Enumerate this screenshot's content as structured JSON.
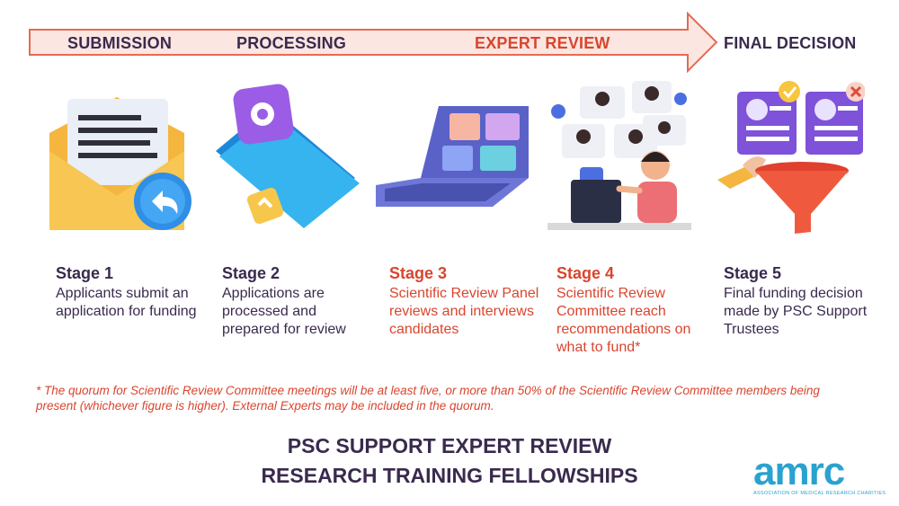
{
  "phases": {
    "submission": "SUBMISSION",
    "processing": "PROCESSING",
    "expert_review": "EXPERT REVIEW",
    "final_decision": "FINAL DECISION"
  },
  "stages": [
    {
      "title": "Stage 1",
      "desc": "Applicants submit an application for funding"
    },
    {
      "title": "Stage 2",
      "desc": "Applications are processed and prepared for review"
    },
    {
      "title": "Stage 3",
      "desc": "Scientific Review Panel reviews and interviews candidates"
    },
    {
      "title": "Stage 4",
      "desc": "Scientific Review Committee reach recommendations on what to fund*"
    },
    {
      "title": "Stage 5",
      "desc": "Final funding decision made by PSC Support Trustees"
    }
  ],
  "footnote": "* The quorum for Scientific Review Committee meetings will be at least five, or more than 50% of the Scientific Review Committee members being present (whichever figure is higher). External Experts may be included in the quorum.",
  "title_line1": "PSC SUPPORT EXPERT REVIEW",
  "title_line2": "RESEARCH TRAINING FELLOWSHIPS",
  "logo": {
    "word": "amrc",
    "subtitle": "ASSOCIATION OF MEDICAL RESEARCH CHARITIES"
  },
  "colors": {
    "dark": "#3a2a4e",
    "accent": "#d9452e",
    "arrow_fill": "#fce6e1",
    "logo": "#2aa2cf"
  },
  "icons": [
    "envelope-reply-icon",
    "folder-gear-icon",
    "laptop-icon",
    "video-meeting-icon",
    "funnel-decision-icon"
  ]
}
